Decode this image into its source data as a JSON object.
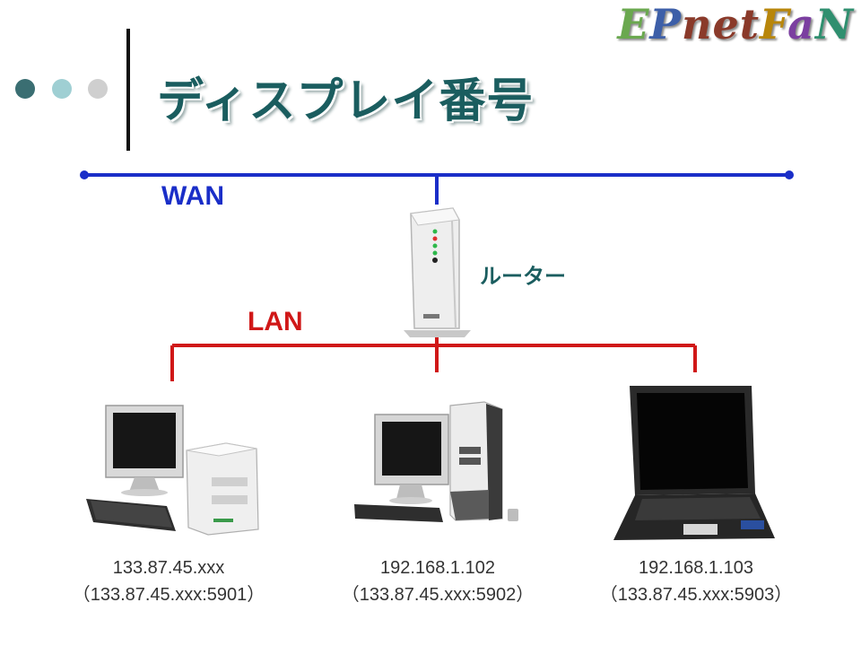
{
  "logo": {
    "chunks": [
      {
        "text": "E",
        "color": "#6aa84f"
      },
      {
        "text": "P",
        "color": "#3d5fa8"
      },
      {
        "text": "net",
        "color": "#8a3a2a"
      },
      {
        "text": "F",
        "color": "#b8860b"
      },
      {
        "text": "a",
        "color": "#7b3fa0"
      },
      {
        "text": "N",
        "color": "#2f8f6f"
      }
    ]
  },
  "title": "ディスプレイ番号",
  "wan_label": "WAN",
  "lan_label": "LAN",
  "router_label": "ルーター",
  "colors": {
    "wan_line": "#1a2ec8",
    "lan_line": "#d01818",
    "title": "#1a5d5f"
  },
  "computers": [
    {
      "name": "desktop-tower-pc",
      "ip": "133.87.45.xxx",
      "display": "（133.87.45.xxx:5901）"
    },
    {
      "name": "slim-desktop-pc",
      "ip": "192.168.1.102",
      "display": "（133.87.45.xxx:5902）"
    },
    {
      "name": "laptop-pc",
      "ip": "192.168.1.103",
      "display": "（133.87.45.xxx:5903）"
    }
  ]
}
